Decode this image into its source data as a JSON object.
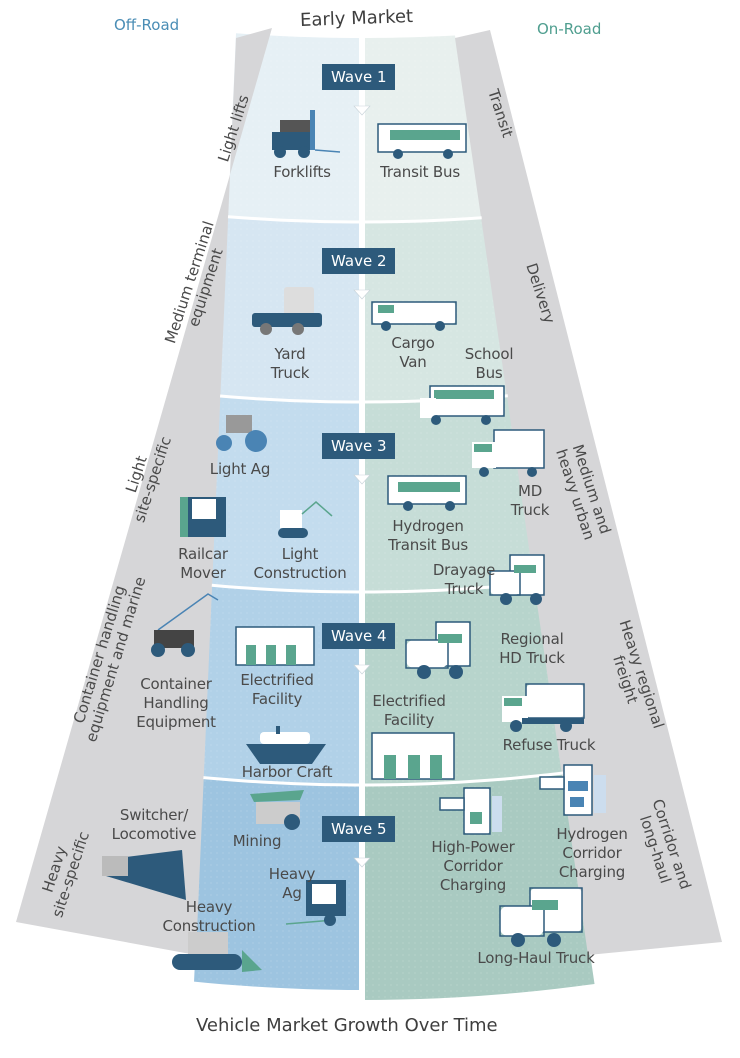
{
  "header": {
    "left_title": "Off-Road",
    "center_title": "Early Market",
    "right_title": "On-Road"
  },
  "footer": {
    "axis_title": "Vehicle Market Growth Over Time"
  },
  "colors": {
    "off_road_title": "#4a8db5",
    "on_road_title": "#4f9e8f",
    "wave_badge": "#2d5a7b",
    "band": "#d6d6d8",
    "off_road_wave1": "#e6f0f5",
    "off_road_wave2": "#d6e6f2",
    "off_road_wave3": "#c3dcee",
    "off_road_wave4": "#b1d1e8",
    "off_road_wave5": "#9dc4e0",
    "on_road_wave1": "#e8f0ee",
    "on_road_wave2": "#d6e6e2",
    "on_road_wave3": "#c6ddd7",
    "on_road_wave4": "#b7d4cc",
    "on_road_wave5": "#a9cac1",
    "icon_dark": "#2d5a7b",
    "icon_teal": "#5aa58e"
  },
  "waves": [
    {
      "label": "Wave 1"
    },
    {
      "label": "Wave 2"
    },
    {
      "label": "Wave 3"
    },
    {
      "label": "Wave 4"
    },
    {
      "label": "Wave 5"
    }
  ],
  "off_road_bands": [
    {
      "label": "Light lifts"
    },
    {
      "label": "Medium terminal\nequipment"
    },
    {
      "label": "Light\nsite-specific"
    },
    {
      "label": "Container handling\nequipment and marine"
    },
    {
      "label": "Heavy\nsite-specific"
    }
  ],
  "on_road_bands": [
    {
      "label": "Transit"
    },
    {
      "label": "Delivery"
    },
    {
      "label": "Medium and\nheavy urban"
    },
    {
      "label": "Heavy regional\nfreight"
    },
    {
      "label": "Corridor and\nlong-haul"
    }
  ],
  "off_road_items": [
    {
      "wave": 1,
      "label": "Forklifts",
      "icon": "forklift-icon"
    },
    {
      "wave": 2,
      "label": "Yard\nTruck",
      "icon": "yard-truck-icon"
    },
    {
      "wave": 3,
      "label": "Light Ag",
      "icon": "tractor-icon"
    },
    {
      "wave": 3,
      "label": "Railcar\nMover",
      "icon": "railcar-mover-icon"
    },
    {
      "wave": 3,
      "label": "Light\nConstruction",
      "icon": "excavator-icon"
    },
    {
      "wave": 4,
      "label": "Container\nHandling\nEquipment",
      "icon": "reach-stacker-icon"
    },
    {
      "wave": 4,
      "label": "Electrified\nFacility",
      "icon": "facility-icon"
    },
    {
      "wave": 4,
      "label": "Harbor Craft",
      "icon": "boat-icon"
    },
    {
      "wave": 5,
      "label": "Switcher/\nLocomotive",
      "icon": "locomotive-icon"
    },
    {
      "wave": 5,
      "label": "Mining",
      "icon": "mining-truck-icon"
    },
    {
      "wave": 5,
      "label": "Heavy\nAg",
      "icon": "combine-icon"
    },
    {
      "wave": 5,
      "label": "Heavy\nConstruction",
      "icon": "bulldozer-icon"
    }
  ],
  "on_road_items": [
    {
      "wave": 1,
      "label": "Transit Bus",
      "icon": "bus-icon"
    },
    {
      "wave": 2,
      "label": "Cargo\nVan",
      "icon": "van-icon"
    },
    {
      "wave": 2,
      "label": "School\nBus",
      "icon": "school-bus-icon"
    },
    {
      "wave": 3,
      "label": "MD\nTruck",
      "icon": "box-truck-icon"
    },
    {
      "wave": 3,
      "label": "Hydrogen\nTransit Bus",
      "icon": "bus-icon"
    },
    {
      "wave": 3,
      "label": "Drayage\nTruck",
      "icon": "semi-truck-icon"
    },
    {
      "wave": 4,
      "label": "Regional\nHD Truck",
      "icon": "semi-truck-icon"
    },
    {
      "wave": 4,
      "label": "Electrified\nFacility",
      "icon": "facility-icon"
    },
    {
      "wave": 4,
      "label": "Refuse Truck",
      "icon": "refuse-truck-icon"
    },
    {
      "wave": 5,
      "label": "High-Power\nCorridor\nCharging",
      "icon": "charger-icon"
    },
    {
      "wave": 5,
      "label": "Hydrogen\nCorridor\nCharging",
      "icon": "h2-charger-icon"
    },
    {
      "wave": 5,
      "label": "Long-Haul Truck",
      "icon": "sleeper-truck-icon"
    }
  ]
}
